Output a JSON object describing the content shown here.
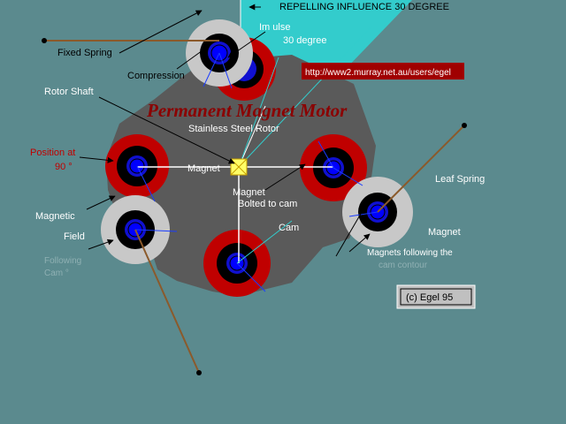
{
  "title": "Permanent  Magnet Motor",
  "url_banner": "http://www2.murray.net.au/users/egel",
  "copyright": "(c)  Egel  95",
  "labels": {
    "repelling": "REPELLING  INFLUENCE  30 DEGREE",
    "impulse": "Im  ulse",
    "impulse_deg": "30 degree",
    "fixed_spring": "Fixed  Spring",
    "compression": "Compression",
    "rotor_shaft": "Rotor  Shaft",
    "stainless_rotor": "Stainless Steel   Rotor",
    "position_at": "Position at",
    "position_deg": "90 °",
    "magnet_center": "Magnet",
    "magnet_bolted_1": "Magnet",
    "magnet_bolted_2": "Bolted to cam",
    "magnetic": "Magnetic",
    "field": "Field",
    "cam": "Cam",
    "leaf_spring": "Leaf  Spring",
    "magnet_right": "Magnet",
    "magnets_following": "Magnets following  the",
    "faint_left_1": "Following",
    "faint_left_2": "Cam  °",
    "faint_right": "cam  contour"
  },
  "colors": {
    "background": "#5b8a8e",
    "rotor": "#5a5a5a",
    "red_ring": "#c00000",
    "grey_ring": "#c8c8c8",
    "magnet_core": "#1010d0",
    "title": "#8b0000",
    "cyan_beam": "#33cccc"
  }
}
